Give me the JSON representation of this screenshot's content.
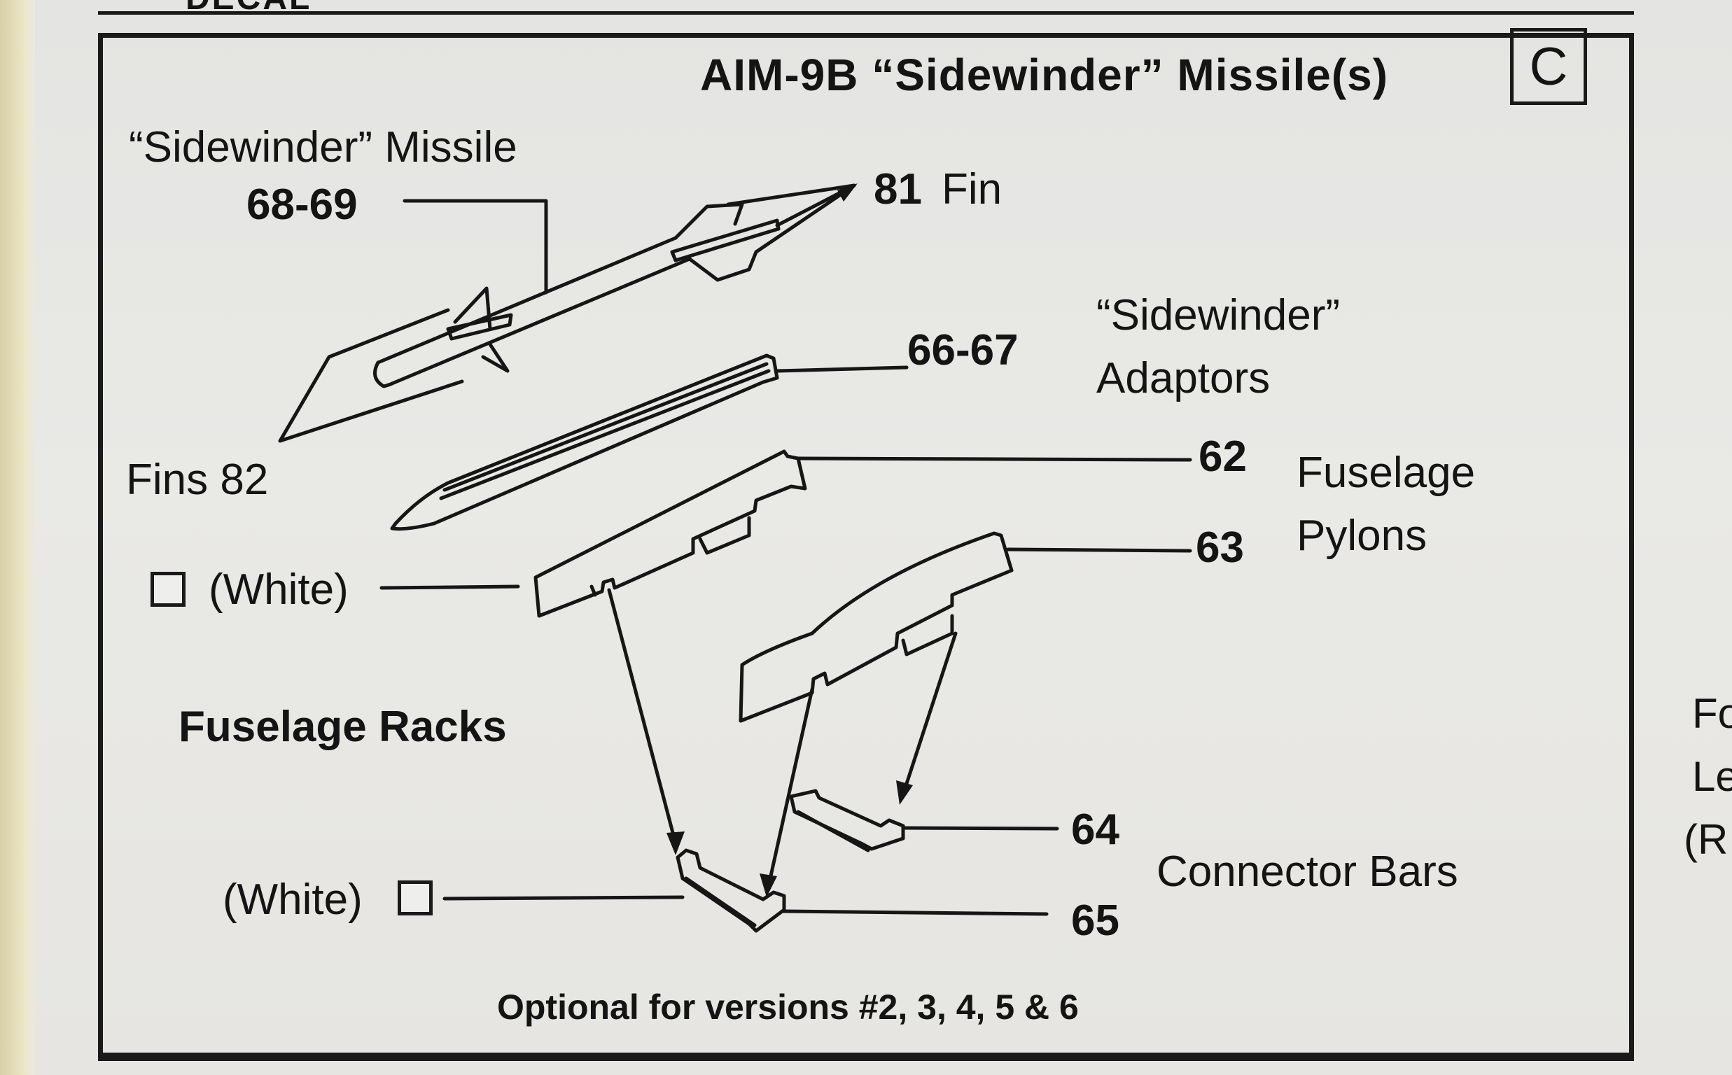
{
  "page": {
    "title": "AIM-9B “Sidewinder” Missile(s)",
    "section_letter": "C",
    "top_cut_text": "DECAL",
    "right_cut_text": [
      "Fo",
      "Le",
      "(R"
    ],
    "footer_note": "Optional for versions #2, 3, 4, 5 & 6"
  },
  "callouts": {
    "missile_label": "“Sidewinder” Missile",
    "missile_parts": "68-69",
    "fin_number": "81",
    "fin_label": "Fin",
    "fins_label": "Fins 82",
    "adaptor_parts": "66-67",
    "adaptor_label_1": "“Sidewinder”",
    "adaptor_label_2": "Adaptors",
    "pylon_part_a": "62",
    "pylon_part_b": "63",
    "pylon_label_1": "Fuselage",
    "pylon_label_2": "Pylons",
    "white_label_pylon": "(White)",
    "racks_heading": "Fuselage Racks",
    "white_label_bars": "(White)",
    "bar_part_a": "64",
    "bar_part_b": "65",
    "bars_label": "Connector Bars"
  }
}
